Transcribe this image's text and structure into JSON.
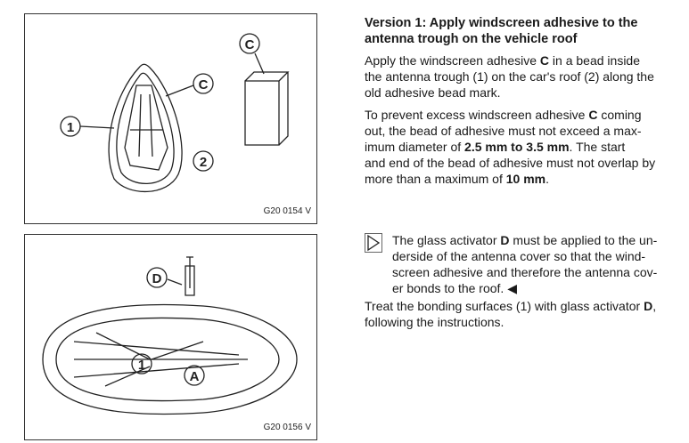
{
  "figures": [
    {
      "label": "G20 0154 V",
      "callouts": [
        "C",
        "C",
        "1",
        "2"
      ]
    },
    {
      "label": "G20 0156 V",
      "callouts": [
        "D",
        "1",
        "A"
      ]
    }
  ],
  "heading": [
    "Version 1: Apply windscreen adhesive to the",
    "antenna trough on the vehicle roof"
  ],
  "para1": [
    [
      [
        "Apply the windscreen adhesive ",
        0
      ],
      [
        "C",
        1
      ],
      [
        " in a bead inside",
        0
      ]
    ],
    [
      [
        "the antenna trough (1) on the car's roof (2) along the",
        0
      ]
    ],
    [
      [
        "old adhesive bead mark.",
        0
      ]
    ]
  ],
  "para2": [
    [
      [
        "To prevent excess windscreen adhesive ",
        0
      ],
      [
        "C",
        1
      ],
      [
        " coming",
        0
      ]
    ],
    [
      [
        "out, the bead of adhesive must not exceed a max-",
        0
      ]
    ],
    [
      [
        "imum diameter of ",
        0
      ],
      [
        "2.5 mm to 3.5 mm",
        1
      ],
      [
        ". The start",
        0
      ]
    ],
    [
      [
        "and end of the bead of adhesive must not overlap by",
        0
      ]
    ],
    [
      [
        "more than a maximum of ",
        0
      ],
      [
        "10 mm",
        1
      ],
      [
        ".",
        0
      ]
    ]
  ],
  "note": [
    [
      [
        "The glass activator ",
        0
      ],
      [
        "D",
        1
      ],
      [
        " must be applied to the un-",
        0
      ]
    ],
    [
      [
        "derside of the antenna cover so that the wind-",
        0
      ]
    ],
    [
      [
        "screen adhesive and therefore the antenna cov-",
        0
      ]
    ],
    [
      [
        "er bonds to the roof. ◀",
        0
      ]
    ]
  ],
  "para3": [
    [
      [
        "Treat the bonding surfaces (1) with glass activator ",
        0
      ],
      [
        "D",
        1
      ],
      [
        ",",
        0
      ]
    ],
    [
      [
        "following the instructions.",
        0
      ]
    ]
  ]
}
